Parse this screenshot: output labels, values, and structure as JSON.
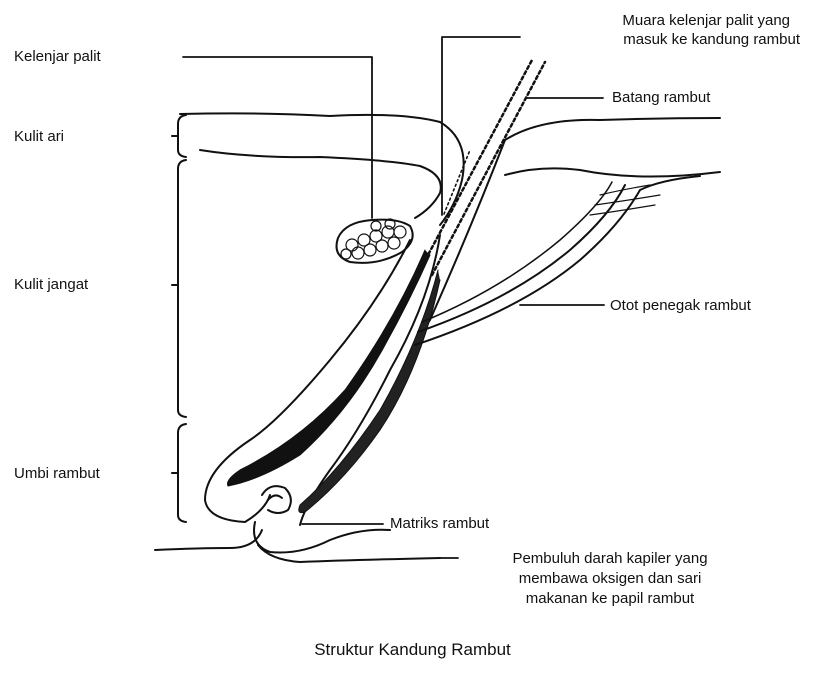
{
  "title": "Struktur Kandung Rambut",
  "labels": {
    "kelenjar_palit": "Kelenjar palit",
    "kulit_ari": "Kulit ari",
    "kulit_jangat": "Kulit jangat",
    "umbi_rambut": "Umbi rambut",
    "muara_line1": "Muara kelenjar palit yang",
    "muara_line2": "masuk ke kandung rambut",
    "batang_rambut": "Batang rambut",
    "otot_penegak": "Otot penegak rambut",
    "matriks_rambut": "Matriks rambut",
    "pembuluh_line1": "Pembuluh darah kapiler yang",
    "pembuluh_line2": "membawa oksigen dan sari",
    "pembuluh_line3": "makanan ke papil rambut"
  }
}
